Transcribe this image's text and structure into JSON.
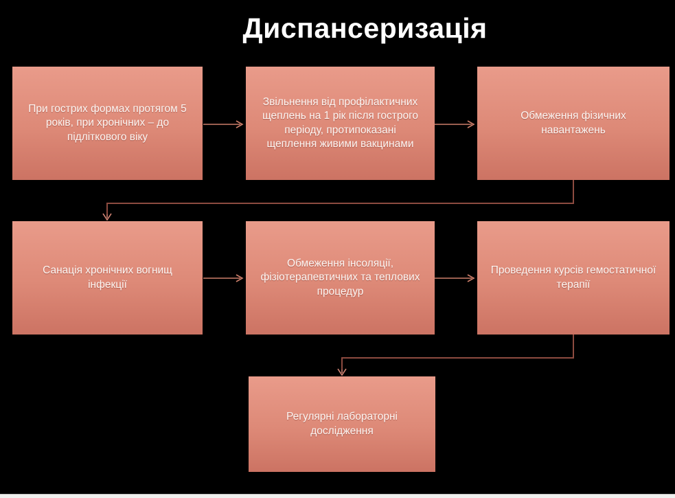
{
  "slide": {
    "title": "Диспансеризація"
  },
  "colors": {
    "background": "#000000",
    "title_text": "#ffffff",
    "box_gradient_top": "#e99b8a",
    "box_gradient_bottom": "#cc7363",
    "box_text": "#fdf6f3",
    "straight_arrow": "#cd7f6b",
    "elbow_line": "#8d4b40",
    "elbow_arrowhead": "#cf8273",
    "bottom_edge_bar": "#f0f0ef"
  },
  "diagram": {
    "boxes": [
      {
        "id": "box-1",
        "text": "При гострих формах протягом 5 років, при хронічних – до підліткового віку"
      },
      {
        "id": "box-2",
        "text": "Звільнення від профілактичних щеплень на 1 рік після гострого періоду, протипоказані щеплення живими вакцинами"
      },
      {
        "id": "box-3",
        "text": "Обмеження фізичних навантажень"
      },
      {
        "id": "box-4",
        "text": "Санація хронічних вогнищ інфекції"
      },
      {
        "id": "box-5",
        "text": "Обмеження інсоляції, фізіотерапевтичних та теплових процедур"
      },
      {
        "id": "box-6",
        "text": "Проведення курсів гемостатичної терапії"
      },
      {
        "id": "box-7",
        "text": "Регулярні лабораторні дослідження"
      }
    ],
    "connections": [
      {
        "from": "box-1",
        "to": "box-2",
        "type": "straight-arrow"
      },
      {
        "from": "box-2",
        "to": "box-3",
        "type": "straight-arrow"
      },
      {
        "from": "box-3",
        "to": "box-4",
        "type": "elbow-arrow"
      },
      {
        "from": "box-4",
        "to": "box-5",
        "type": "straight-arrow"
      },
      {
        "from": "box-5",
        "to": "box-6",
        "type": "straight-arrow"
      },
      {
        "from": "box-6",
        "to": "box-7",
        "type": "elbow-arrow"
      }
    ]
  }
}
